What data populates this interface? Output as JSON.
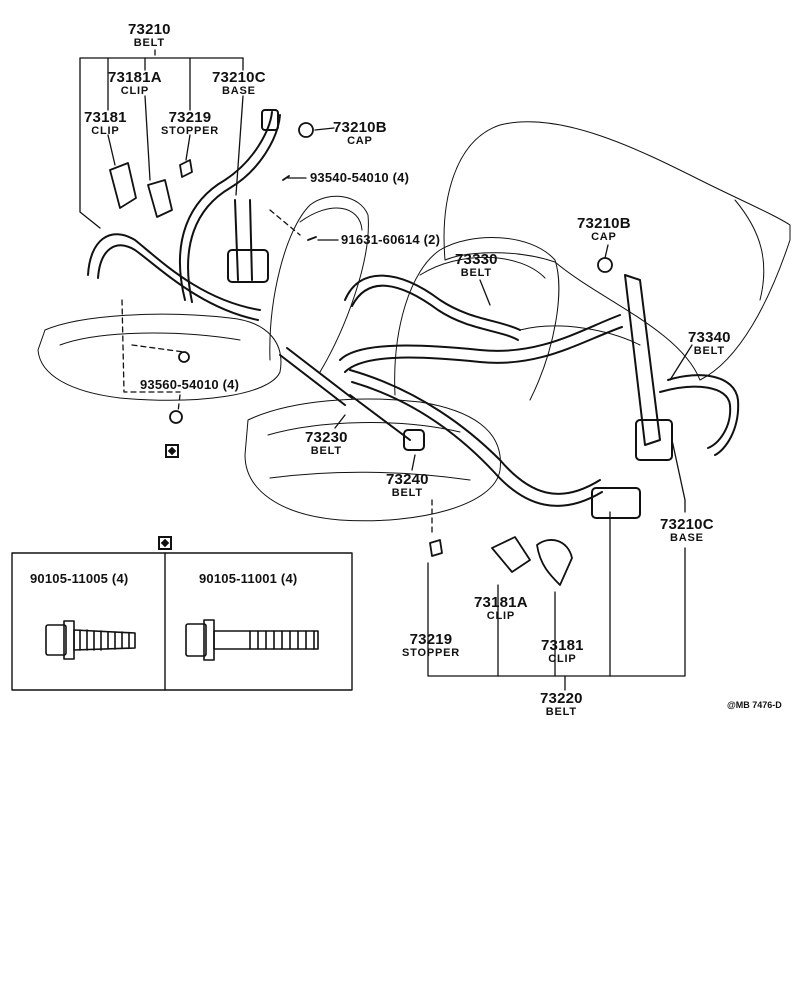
{
  "labels": {
    "l73210": {
      "num": "73210",
      "sub": "BELT"
    },
    "l73181A_top": {
      "num": "73181A",
      "sub": "CLIP"
    },
    "l73210C_top": {
      "num": "73210C",
      "sub": "BASE"
    },
    "l73181_top": {
      "num": "73181",
      "sub": "CLIP"
    },
    "l73219_top": {
      "num": "73219",
      "sub": "STOPPER"
    },
    "l73210B_top": {
      "num": "73210B",
      "sub": "CAP"
    },
    "l93540": {
      "num": "93540-54010 (4)"
    },
    "l91631": {
      "num": "91631-60614 (2)"
    },
    "l73210B_right": {
      "num": "73210B",
      "sub": "CAP"
    },
    "l73330": {
      "num": "73330",
      "sub": "BELT"
    },
    "l73340": {
      "num": "73340",
      "sub": "BELT"
    },
    "l93560": {
      "num": "93560-54010 (4)"
    },
    "l73230": {
      "num": "73230",
      "sub": "BELT"
    },
    "l73240": {
      "num": "73240",
      "sub": "BELT"
    },
    "l73210C_right": {
      "num": "73210C",
      "sub": "BASE"
    },
    "l90105_11005": {
      "num": "90105-11005 (4)"
    },
    "l90105_11001": {
      "num": "90105-11001 (4)"
    },
    "l73181A_bottom": {
      "num": "73181A",
      "sub": "CLIP"
    },
    "l73219_bottom": {
      "num": "73219",
      "sub": "STOPPER"
    },
    "l73181_bottom": {
      "num": "73181",
      "sub": "CLIP"
    },
    "l73220": {
      "num": "73220",
      "sub": "BELT"
    }
  },
  "figure_code": "@MB 7476-D"
}
